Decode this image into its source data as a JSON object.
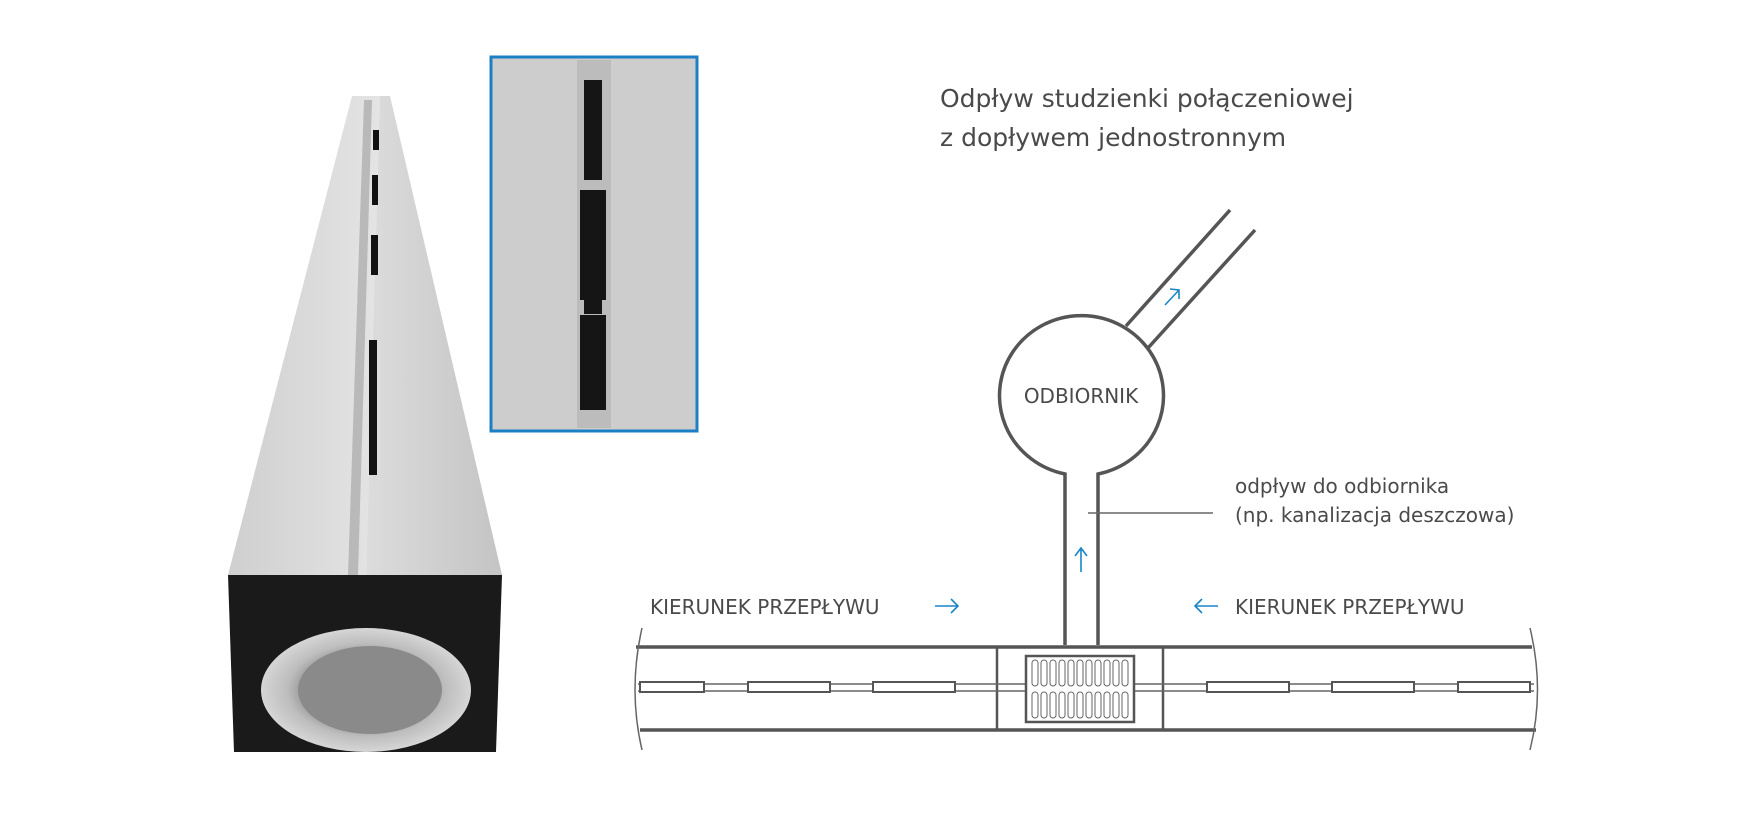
{
  "title": {
    "line1": "Odpływ studzienki połączeniowej",
    "line2": "z dopływem jednostronnym"
  },
  "diagram": {
    "receiver_label": "ODBIORNIK",
    "outlet_note_line1": "odpływ do odbiornika",
    "outlet_note_line2": "(np. kanalizacja deszczowa)",
    "flow_left_label": "KIERUNEK PRZEPŁYWU",
    "flow_right_label": "KIERUNEK PRZEPŁYWU",
    "arrow_color": "#1a86c8",
    "line_color": "#555555"
  },
  "photos": {
    "inset_border_color": "#1a7fc4"
  }
}
